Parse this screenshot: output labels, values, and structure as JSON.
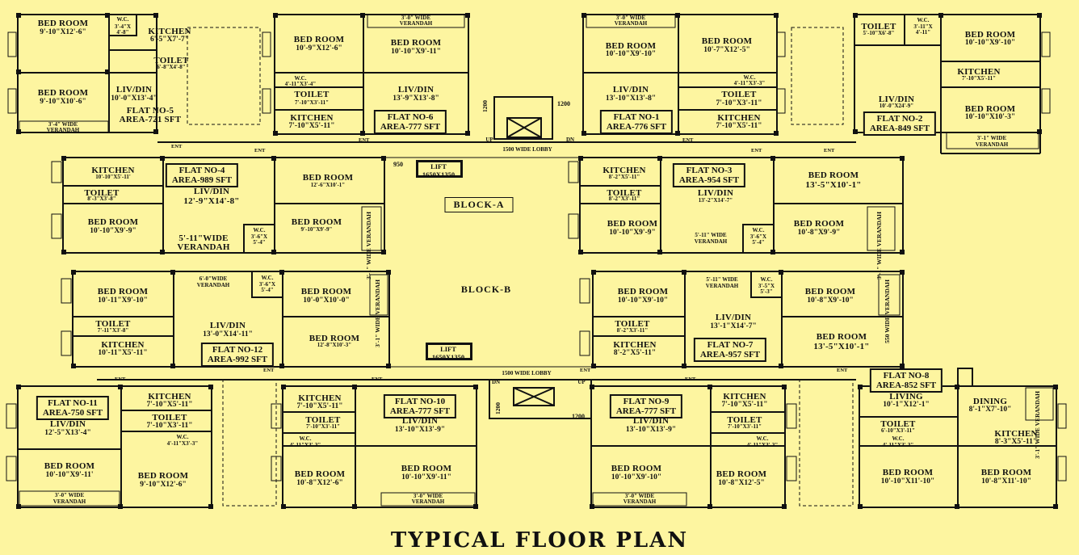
{
  "title": "TYPICAL FLOOR PLAN",
  "colors": {
    "background": "#fdf5a0",
    "ink": "#111111"
  },
  "blocks": {
    "a": "BLOCK-A",
    "b": "BLOCK-B"
  },
  "lobby": {
    "top": "1500 WIDE LOBBY",
    "bottom": "1500 WIDE LOBBY"
  },
  "lift": {
    "label": "LIFT",
    "size": "1650X1350"
  },
  "misc": {
    "ent": "ENT",
    "dn": "DN",
    "up": "UP",
    "w950": "950",
    "w1200": "1200",
    "w1200v": "1200"
  },
  "flats": {
    "f5": {
      "name": "FLAT NO-5",
      "area": "AREA-721 SFT",
      "bed1": "BED ROOM",
      "bed1_dim": "9'-10\"X12'-6\"",
      "wc": "W.C.",
      "wc_dim": "3'-4\"X 4'-8\"",
      "kit": "KITCHEN",
      "kit_dim": "6'-5\"X7'-7\"",
      "toilet": "TOILET",
      "toilet_dim": "6'-8\"X4'-8\"",
      "bed2": "BED ROOM",
      "bed2_dim": "9'-10\"X10'-6\"",
      "liv": "LIV/DIN",
      "liv_dim": "10'-0\"X13'-4\"",
      "ver": "3'-4\" WIDE",
      "ver2": "VERANDAH"
    },
    "f6": {
      "name": "FLAT NO-6",
      "area": "AREA-777 SFT",
      "ver": "3'-0\" WIDE",
      "ver2": "VERANDAH",
      "bed1": "BED ROOM",
      "bed1_dim": "10'-9\"X12'-6\"",
      "bed2": "BED ROOM",
      "bed2_dim": "10'-10\"X9'-11\"",
      "wc": "W.C.",
      "wc_dim": "4'-11\"X3'-4\"",
      "toilet": "TOILET",
      "toilet_dim": "7'-10\"X3'-11\"",
      "kit": "KITCHEN",
      "kit_dim": "7'-10\"X5'-11\"",
      "liv": "LIV/DIN",
      "liv_dim": "13'-9\"X13'-8\""
    },
    "f1": {
      "name": "FLAT NO-1",
      "area": "AREA-776 SFT",
      "ver": "3'-0\" WIDE",
      "ver2": "VERANDAH",
      "bed1": "BED ROOM",
      "bed1_dim": "10'-10\"X9'-10\"",
      "bed2": "BED ROOM",
      "bed2_dim": "10'-7\"X12'-5\"",
      "wc": "W.C.",
      "wc_dim": "4'-11\"X3'-3\"",
      "liv": "LIV/DIN",
      "liv_dim": "13'-10\"X13'-8\"",
      "toilet": "TOILET",
      "toilet_dim": "7'-10\"X3'-11\"",
      "kit": "KITCHEN",
      "kit_dim": "7'-10\"X5'-11\""
    },
    "f2": {
      "name": "FLAT NO-2",
      "area": "AREA-849 SFT",
      "toilet": "TOILET",
      "toilet_dim": "5'-10\"X6'-8\"",
      "wc": "W.C.",
      "wc_dim": "3'-11\"X 4'-11\"",
      "bed1": "BED ROOM",
      "bed1_dim": "10'-10\"X9'-10\"",
      "kit": "KITCHEN",
      "kit_dim": "7'-10\"X5'-11\"",
      "liv": "LIV/DIN",
      "liv_dim": "10'-0\"X24'-9\"",
      "bed2": "BED ROOM",
      "bed2_dim": "10'-10\"X10'-3\"",
      "ver": "3'-1\" WIDE",
      "ver2": "VERANDAH"
    },
    "f4": {
      "name": "FLAT NO-4",
      "area": "AREA-989 SFT",
      "kit": "KITCHEN",
      "kit_dim": "10'-10\"X5'-11'",
      "toilet": "TOILET",
      "toilet_dim": "8'-3\"X3'-8\"",
      "liv": "LIV/DIN",
      "liv_dim": "12'-9\"X14'-8\"",
      "bed1": "BED ROOM",
      "bed1_dim": "12'-6\"X10'-1\"",
      "bed2": "BED ROOM",
      "bed2_dim": "10'-10\"X9'-9\"",
      "bed3": "BED ROOM",
      "bed3_dim": "9'-10\"X9'-9\"",
      "ver": "5'-11\"WIDE",
      "ver2": "VERANDAH",
      "wc": "W.C.",
      "wc_dim": "3'-6\"X",
      "wc_dim2": "5'-4\"",
      "side_ver": "3'-1\" WIDE VERANDAH"
    },
    "f3": {
      "name": "FLAT NO-3",
      "area": "AREA-954 SFT",
      "kit": "KITCHEN",
      "kit_dim": "8'-2\"X5'-11\"",
      "toilet": "TOILET",
      "toilet_dim": "8'-2\"X3'-11\"",
      "liv": "LIV/DIN",
      "liv_dim": "13'-2\"X14'-7\"",
      "bed1": "BED ROOM",
      "bed1_dim": "13'-5\"X10'-1\"",
      "bed2": "BED ROOM",
      "bed2_dim": "10'-10\"X9'-9\"",
      "bed3": "BED ROOM",
      "bed3_dim": "10'-8\"X9'-9\"",
      "ver": "5'-11\" WIDE",
      "ver2": "VERANDAH",
      "wc": "W.C.",
      "wc_dim": "3'-6\"X",
      "wc_dim2": "5'-4\"",
      "side_ver": "3'-1\" WIDE VERANDAH"
    },
    "f12": {
      "name": "FLAT NO-12",
      "area": "AREA-992 SFT",
      "bed1": "BED ROOM",
      "bed1_dim": "10'-11\"X9'-10\"",
      "ver": "6'-0\"WIDE",
      "ver2": "VERANDAH",
      "wc": "W.C.",
      "wc_dim": "3'-6\"X",
      "wc_dim2": "5'-4\"",
      "bed2": "BED ROOM",
      "bed2_dim": "10'-0\"X10'-0\"",
      "toilet": "TOILET",
      "toilet_dim": "7'-11\"X3'-8\"",
      "liv": "LIV/DIN",
      "liv_dim": "13'-0\"X14'-11\"",
      "kit": "KITCHEN",
      "kit_dim": "10'-11\"X5'-11\"",
      "bed3": "BED ROOM",
      "bed3_dim": "12'-8\"X10'-3\"",
      "side_ver": "3'-1\" WIDE VERANDAH"
    },
    "f7": {
      "name": "FLAT NO-7",
      "area": "AREA-957 SFT",
      "bed1": "BED ROOM",
      "bed1_dim": "10'-10\"X9'-10\"",
      "ver": "5'-11\" WIDE",
      "ver2": "VERANDAH",
      "wc": "W.C.",
      "wc_dim": "3'-5\"X",
      "wc_dim2": "5'-3\"",
      "bed2": "BED ROOM",
      "bed2_dim": "10'-8\"X9'-10\"",
      "toilet": "TOILET",
      "toilet_dim": "8'-2\"X3'-11\"",
      "liv": "LIV/DIN",
      "liv_dim": "13'-1\"X14'-7\"",
      "kit": "KITCHEN",
      "kit_dim": "8'-2\"X5'-11\"",
      "bed3": "BED ROOM",
      "bed3_dim": "13'-5\"X10'-1\"",
      "side_ver": "550 WIDE VERANDAH"
    },
    "f11": {
      "name": "FLAT NO-11",
      "area": "AREA-750 SFT",
      "kit": "KITCHEN",
      "kit_dim": "7'-10\"X5'-11\"",
      "toilet": "TOILET",
      "toilet_dim": "7'-10\"X3'-11\"",
      "liv": "LIV/DIN",
      "liv_dim": "12'-5\"X13'-4\"",
      "wc": "W.C.",
      "wc_dim": "4'-11\"X3'-3\"",
      "bed1": "BED ROOM",
      "bed1_dim": "10'-10\"X9'-11'",
      "bed2": "BED ROOM",
      "bed2_dim": "9'-10\"X12'-6\"",
      "ver": "3'-0\" WIDE",
      "ver2": "VERANDAH"
    },
    "f10": {
      "name": "FLAT NO-10",
      "area": "AREA-777 SFT",
      "kit": "KITCHEN",
      "kit_dim": "7'-10\"X5'-11\"",
      "toilet": "TOILET",
      "toilet_dim": "7'-10\"X3'-11\"",
      "wc": "W.C.",
      "wc_dim": "4'-11\"X3'-3\"",
      "liv": "LIV/DIN",
      "liv_dim": "13'-10\"X13'-9\"",
      "bed1": "BED ROOM",
      "bed1_dim": "10'-8\"X12'-6\"",
      "bed2": "BED ROOM",
      "bed2_dim": "10'-10\"X9'-11\"",
      "ver": "3'-0\" WIDE",
      "ver2": "VERANDAH"
    },
    "f9": {
      "name": "FLAT NO-9",
      "area": "AREA-777 SFT",
      "liv": "LIV/DIN",
      "liv_dim": "13'-10\"X13'-9\"",
      "kit": "KITCHEN",
      "kit_dim": "7'-10\"X5'-11\"",
      "toilet": "TOILET",
      "toilet_dim": "7'-10\"X3'-11\"",
      "wc": "W.C.",
      "wc_dim": "4'-11\"X3'-3\"",
      "bed1": "BED ROOM",
      "bed1_dim": "10'-10\"X9'-10\"",
      "bed2": "BED ROOM",
      "bed2_dim": "10'-8\"X12'-5\"",
      "ver": "3'-0\" WIDE",
      "ver2": "VERANDAH"
    },
    "f8": {
      "name": "FLAT NO-8",
      "area": "AREA-852 SFT",
      "living": "LIVING",
      "living_dim": "10'-1\"X12'-1\"",
      "dining": "DINING",
      "dining_dim": "8'-1\"X7'-10\"",
      "toilet": "TOILET",
      "toilet_dim": "6'-10\"X3'-11\"",
      "wc": "W.C.",
      "wc_dim": "4'-11\"X3'-3\"",
      "kit": "KITCHEN",
      "kit_dim": "8'-3\"X5'-11\"",
      "bed1": "BED ROOM",
      "bed1_dim": "10'-10\"X11'-10\"",
      "bed2": "BED ROOM",
      "bed2_dim": "10'-8\"X11'-10\"",
      "side_ver": "3'-1\" WIDE VERANDAH"
    }
  }
}
